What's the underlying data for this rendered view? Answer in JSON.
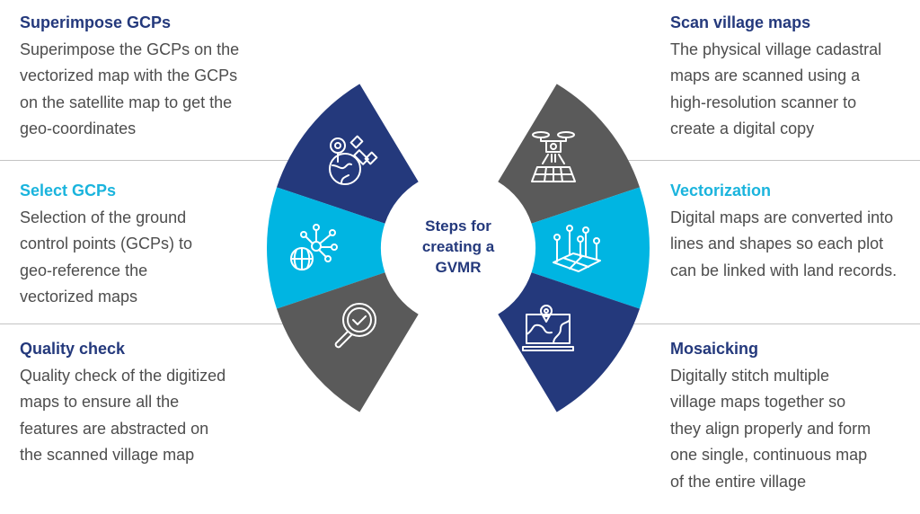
{
  "center": {
    "lines": [
      "Steps for",
      "creating a",
      "GVMR"
    ]
  },
  "colors": {
    "navy": "#24397c",
    "cyan": "#00b5e2",
    "gray": "#5a5a5a",
    "heading_cyan": "#1ab4dd",
    "text": "#4d4d4d"
  },
  "steps": {
    "superimpose": {
      "title": "Superimpose GCPs",
      "lines": [
        "Superimpose the GCPs on the",
        "vectorized map with the GCPs",
        "on the satellite map to get the",
        "geo-coordinates"
      ],
      "icon": "satellite-globe-pin-icon"
    },
    "select": {
      "title": "Select GCPs",
      "lines": [
        "Selection of the ground",
        "control points (GCPs) to",
        "geo-reference the",
        "vectorized maps"
      ],
      "icon": "network-globe-icon"
    },
    "quality": {
      "title": "Quality check",
      "lines": [
        "Quality check of the digitized",
        "maps to ensure all the",
        "features are abstracted on",
        "the scanned village map"
      ],
      "icon": "magnifier-check-icon"
    },
    "scan": {
      "title": "Scan village maps",
      "lines": [
        "The physical village cadastral",
        "maps are scanned using a",
        "high-resolution scanner to",
        "create a digital copy"
      ],
      "icon": "drone-scanner-icon"
    },
    "vectorization": {
      "title": "Vectorization",
      "lines": [
        "Digital maps are converted into",
        "lines and shapes so each plot",
        "can be linked with land records."
      ],
      "icon": "grid-pins-icon"
    },
    "mosaicking": {
      "title": "Mosaicking",
      "lines": [
        "Digitally stitch multiple",
        "village maps together so",
        "they align properly and form",
        "one single, continuous map",
        "of the entire village"
      ],
      "icon": "laptop-map-icon"
    }
  }
}
